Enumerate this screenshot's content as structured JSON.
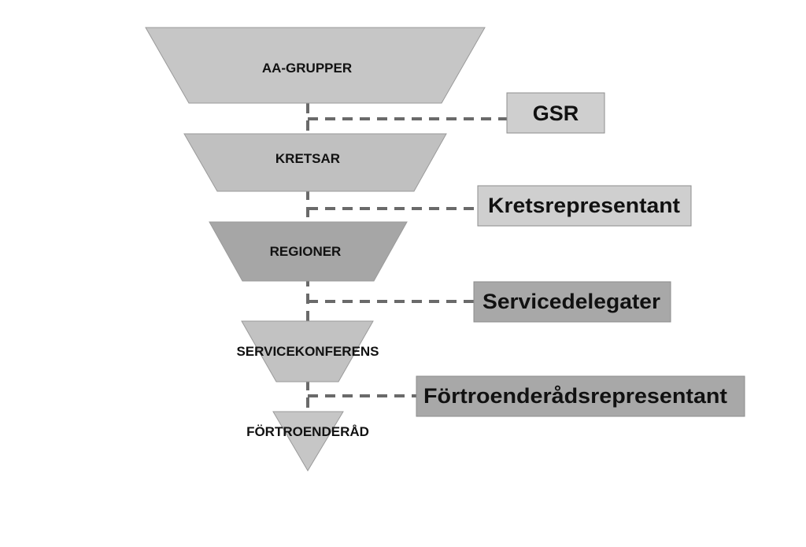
{
  "levels": [
    {
      "label": "AA-GRUPPER",
      "color": "#c6c6c6"
    },
    {
      "label": "KRETSAR",
      "color": "#c0c0c0"
    },
    {
      "label": "REGIONER",
      "color": "#a6a6a6"
    },
    {
      "label": "SERVICEKONFERENS",
      "color": "#c2c2c2"
    },
    {
      "label": "FÖRTROENDERÅD",
      "color": "#c6c6c6"
    }
  ],
  "representatives": [
    {
      "label": "GSR",
      "color": "#cfcfcf"
    },
    {
      "label": "Kretsrepresentant",
      "color": "#cfcfcf"
    },
    {
      "label": "Servicedelegater",
      "color": "#a8a8a8"
    },
    {
      "label": "Förtroenderådsrepresentant",
      "color": "#a8a8a8"
    }
  ],
  "connector_color": "#6a6a6a"
}
